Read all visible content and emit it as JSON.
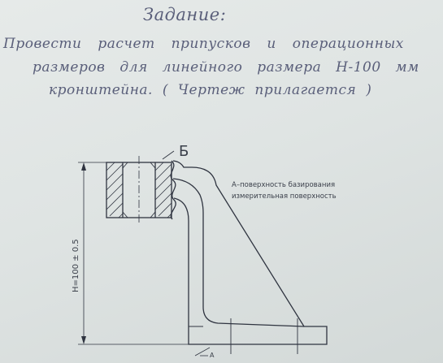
{
  "task": {
    "title": "Задание:",
    "line1": "Провести расчет припусков и операционных",
    "line2": "размеров для линейного размера Н-100 мм",
    "line3": "кронштейна. ( Чертеж прилагается )"
  },
  "drawing": {
    "label_b": "Б",
    "label_a": "А",
    "note_line1": "А–поверхность базирования",
    "note_line2": "измерительная поверхность",
    "dimension": "H=100 ± 0.5"
  },
  "colors": {
    "ink": "#5a5f7a",
    "line": "#2f3440"
  }
}
